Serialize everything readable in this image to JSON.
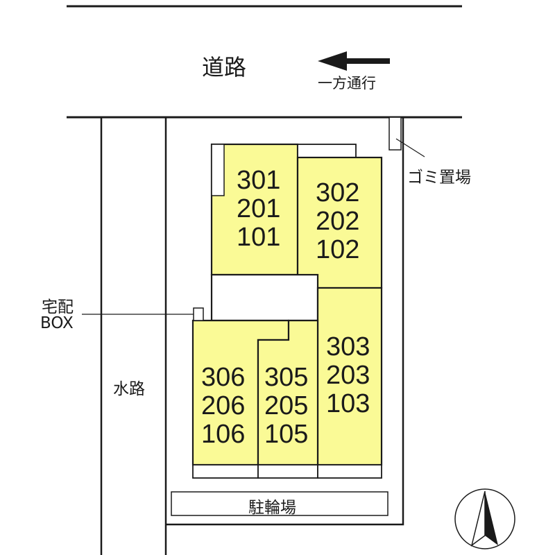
{
  "labels": {
    "road": "道路",
    "one_way": "一方通行",
    "garbage": "ゴミ置場",
    "delivery_box_line1": "宅配",
    "delivery_box_line2": "BOX",
    "waterway": "水路",
    "bicycle_parking": "駐輪場"
  },
  "units": [
    {
      "id": "a",
      "floors": [
        "301",
        "201",
        "101"
      ]
    },
    {
      "id": "b",
      "floors": [
        "302",
        "202",
        "102"
      ]
    },
    {
      "id": "c",
      "floors": [
        "303",
        "203",
        "103"
      ]
    },
    {
      "id": "d",
      "floors": [
        "305",
        "205",
        "105"
      ]
    },
    {
      "id": "e",
      "floors": [
        "306",
        "206",
        "106"
      ]
    }
  ],
  "colors": {
    "unit_fill": "#fafa96",
    "line": "#1a1a1a",
    "background": "#ffffff"
  },
  "icons": {
    "one_way_arrow": "left-arrow-icon",
    "compass": "north-arrow-icon"
  }
}
